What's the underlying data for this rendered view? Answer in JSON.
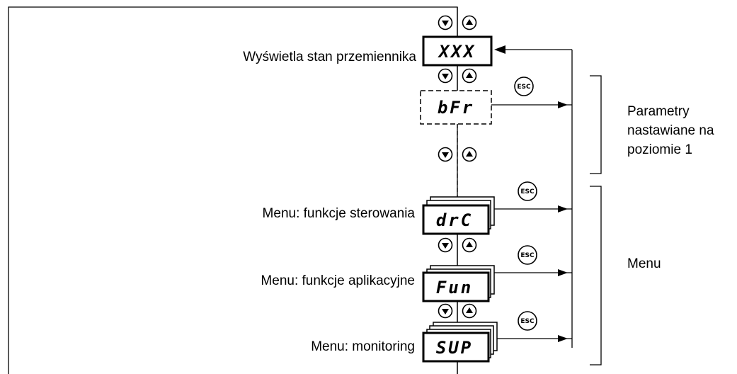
{
  "labels": {
    "display_status": "Wyświetla stan przemiennika",
    "menu_drive_control": "Menu: funkcje sterowania",
    "menu_application": "Menu: funkcje aplikacyjne",
    "menu_monitoring": "Menu: monitoring",
    "level1_line1": "Parametry",
    "level1_line2": "nastawiane na",
    "level1_line3": "poziomie 1",
    "menu_group": "Menu"
  },
  "displays": {
    "status": "XXX",
    "bfr": "bFr",
    "drc": "drC",
    "fun": "Fun",
    "sup": "SUP"
  },
  "buttons": {
    "esc": "ESC"
  }
}
